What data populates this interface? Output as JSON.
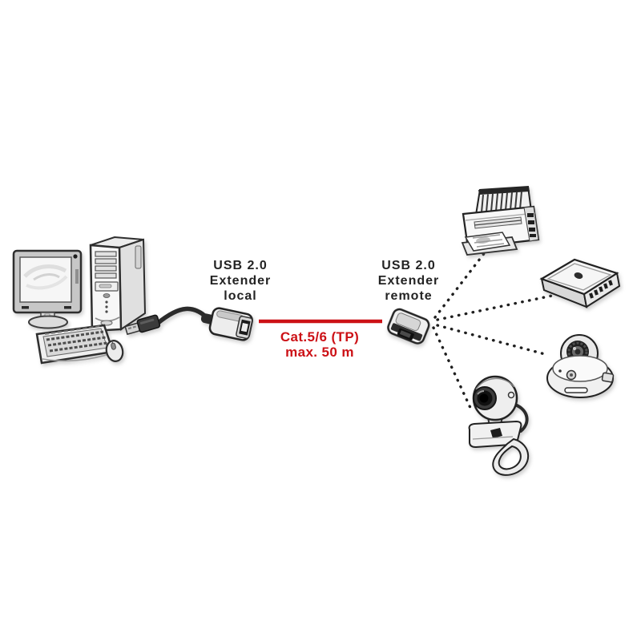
{
  "labels": {
    "extender_local": "USB 2.0\nExtender\nlocal",
    "extender_remote": "USB 2.0\nExtender\nremote",
    "trunk_cable": "Cat.5/6 (TP)\nmax. 50 m"
  },
  "devices": [
    {
      "name": "desktop-computer",
      "parts": [
        "monitor",
        "tower",
        "keyboard",
        "mouse"
      ]
    },
    {
      "name": "usb-extender-local",
      "port": "rj45",
      "pigtail": "usb-a-plug"
    },
    {
      "name": "usb-extender-remote",
      "port": "usb"
    },
    {
      "name": "printer"
    },
    {
      "name": "scanner"
    },
    {
      "name": "dome-camera"
    },
    {
      "name": "webcam"
    }
  ],
  "connections": {
    "trunk": {
      "from": "usb-extender-local",
      "to": "usb-extender-remote",
      "style": "solid",
      "color": "#cc1116"
    },
    "remote_links": [
      {
        "to": "printer",
        "style": "dotted"
      },
      {
        "to": "scanner",
        "style": "dotted"
      },
      {
        "to": "dome-camera",
        "style": "dotted"
      },
      {
        "to": "webcam",
        "style": "dotted"
      }
    ]
  },
  "theme": {
    "link_red": "#cc1116",
    "ink": "#232323",
    "background": "#ffffff"
  }
}
